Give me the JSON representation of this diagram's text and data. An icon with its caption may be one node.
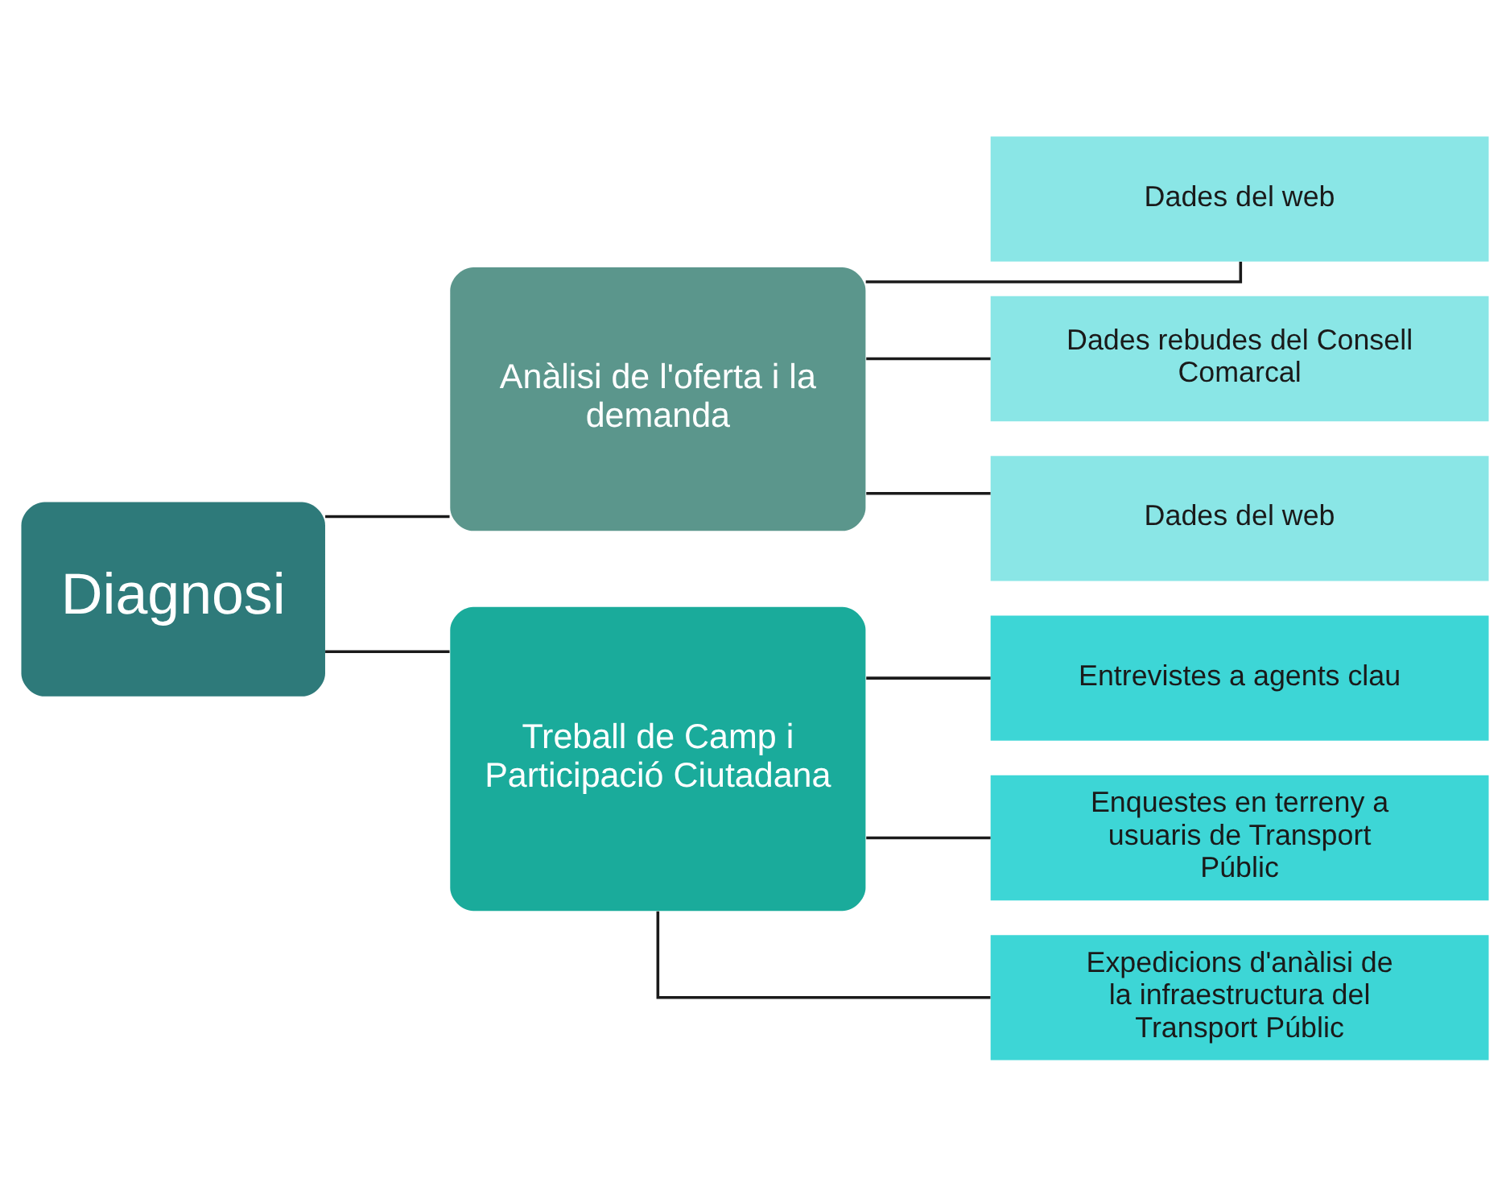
{
  "diagram": {
    "nodes": [
      {
        "text": [
          "Diagnosi"
        ]
      },
      {
        "text": [
          "Anàlisi de l'oferta i la demanda"
        ]
      },
      {
        "text": [
          "Dades del web"
        ]
      },
      {
        "text": [
          "Dades rebudes del Consell Comarcal"
        ]
      },
      {
        "text": [
          "Dades del web"
        ]
      },
      {
        "text": [
          "Treball de Camp i Participació Ciutadana"
        ]
      },
      {
        "text": [
          "Entrevistes a agents clau"
        ]
      },
      {
        "text": [
          "Enquestes en terreny a usuaris de Transport Públic"
        ]
      },
      {
        "text": [
          "Expedicions d'anàlisi de la infraestructura del Transport Públic"
        ]
      }
    ],
    "edges": [
      {
        "from": 0,
        "to": 1,
        "arrow": "none"
      },
      {
        "from": 0,
        "to": 5,
        "arrow": "none"
      },
      {
        "from": 1,
        "to": 2,
        "arrow": "none"
      },
      {
        "from": 1,
        "to": 3,
        "arrow": "none"
      },
      {
        "from": 1,
        "to": 4,
        "arrow": "none"
      },
      {
        "from": 5,
        "to": 6,
        "arrow": "none"
      },
      {
        "from": 5,
        "to": 7,
        "arrow": "none"
      },
      {
        "from": 5,
        "to": 8,
        "arrow": "none"
      }
    ]
  }
}
